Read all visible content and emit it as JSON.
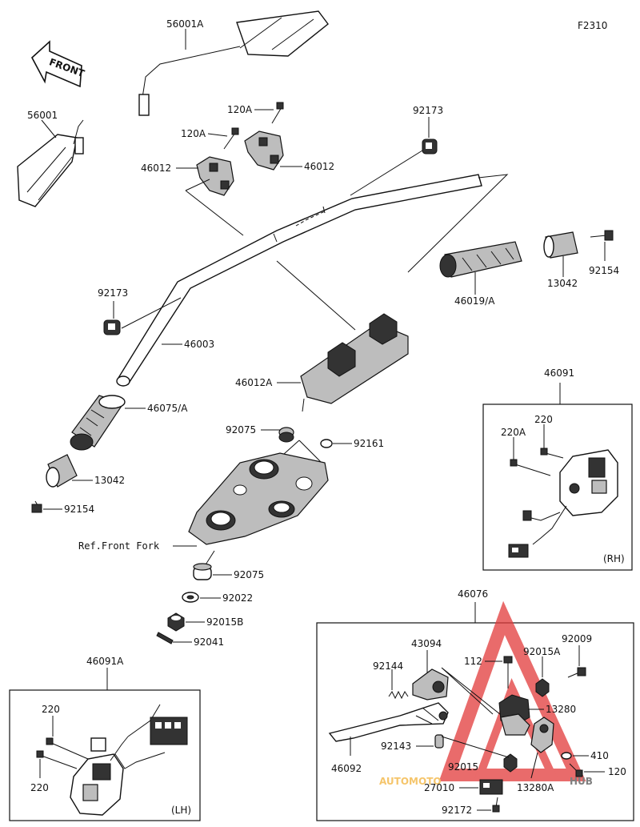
{
  "figure_code": "F2310",
  "front_label": "FRONT",
  "ref_label": "Ref.Front Fork",
  "rh_label": "(RH)",
  "lh_label": "(LH)",
  "watermark": {
    "text_auto": "AUTOMOTO",
    "text_hub": "HUB",
    "color_red": "#e23a3a",
    "color_orange": "#f2b23a"
  },
  "labels": {
    "p56001A": "56001A",
    "p56001": "56001",
    "p120A_a": "120A",
    "p120A_b": "120A",
    "p46012_a": "46012",
    "p46012_b": "46012",
    "p92173_a": "92173",
    "p92173_b": "92173",
    "p46003": "46003",
    "p46012A": "46012A",
    "p46075A": "46075/A",
    "p92075_a": "92075",
    "p92161": "92161",
    "p13042_a": "13042",
    "p13042_b": "13042",
    "p92154_a": "92154",
    "p92154_b": "92154",
    "p46019A": "46019/A",
    "p46091": "46091",
    "p220_rh": "220",
    "p220A": "220A",
    "p92075_b": "92075",
    "p92022": "92022",
    "p92015B": "92015B",
    "p92041": "92041",
    "p46091A": "46091A",
    "p220_lh_a": "220",
    "p220_lh_b": "220",
    "p46076": "46076",
    "p43094": "43094",
    "p112": "112",
    "p92015A": "92015A",
    "p92009": "92009",
    "p92144": "92144",
    "p13280": "13280",
    "p92143": "92143",
    "p410": "410",
    "p46092": "46092",
    "p92015": "92015",
    "p120": "120",
    "p27010": "27010",
    "p13280A": "13280A",
    "p92172": "92172"
  }
}
